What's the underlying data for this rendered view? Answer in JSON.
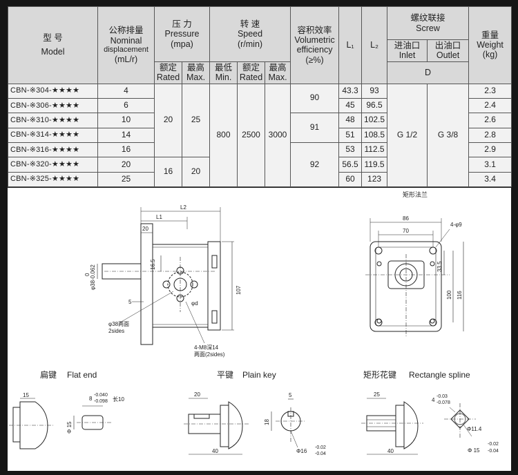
{
  "table": {
    "headers": {
      "model_cn": "型 号",
      "model_en": "Model",
      "disp_cn": "公称排量",
      "disp_en1": "Nominal",
      "disp_en2": "displacement",
      "disp_unit": "(mL/r)",
      "pressure_cn": "压 力",
      "pressure_en": "Pressure",
      "pressure_unit": "(mpa)",
      "rated_pressure_cn": "额定",
      "rated_pressure_en": "Rated",
      "max_pressure_cn": "最高",
      "max_pressure_en": "Max.",
      "speed_cn": "转 速",
      "speed_en": "Speed",
      "speed_unit": "(r/min)",
      "min_speed_cn": "最低",
      "min_speed_en": "Min.",
      "rated_speed_cn": "额定",
      "rated_speed_en": "Rated",
      "max_speed_cn": "最高",
      "max_speed_en": "Max.",
      "vol_cn": "容积效率",
      "vol_en1": "Volumetric",
      "vol_en2": "efficiency",
      "vol_unit": "(≥%)",
      "l1": "L₁",
      "l2": "L₂",
      "screw_cn": "螺纹联接",
      "screw_en": "Screw",
      "inlet_cn": "进油口",
      "inlet_en": "Inlet",
      "outlet_cn": "出油口",
      "outlet_en": "Outlet",
      "d": "D",
      "weight_cn": "重量",
      "weight_en": "Weight",
      "weight_unit": "(kg)"
    },
    "rows": [
      {
        "model": "CBN-※304-★★★★",
        "disp": "4",
        "l1": "43.3",
        "l2": "93",
        "weight": "2.3"
      },
      {
        "model": "CBN-※306-★★★★",
        "disp": "6",
        "l1": "45",
        "l2": "96.5",
        "weight": "2.4"
      },
      {
        "model": "CBN-※310-★★★★",
        "disp": "10",
        "l1": "48",
        "l2": "102.5",
        "weight": "2.6"
      },
      {
        "model": "CBN-※314-★★★★",
        "disp": "14",
        "l1": "51",
        "l2": "108.5",
        "weight": "2.8"
      },
      {
        "model": "CBN-※316-★★★★",
        "disp": "16",
        "l1": "53",
        "l2": "112.5",
        "weight": "2.9"
      },
      {
        "model": "CBN-※320-★★★★",
        "disp": "20",
        "l1": "56.5",
        "l2": "119.5",
        "weight": "3.1"
      },
      {
        "model": "CBN-※325-★★★★",
        "disp": "25",
        "l1": "60",
        "l2": "123",
        "weight": "3.4"
      }
    ],
    "pressure_groups": [
      {
        "rated": "20",
        "max": "25"
      },
      {
        "rated": "16",
        "max": "20"
      }
    ],
    "speed": {
      "min": "800",
      "rated": "2500",
      "max": "3000"
    },
    "efficiency": [
      "90",
      "91",
      "92"
    ],
    "inlet": "G 1/2",
    "outlet": "G 3/8"
  },
  "drawings": {
    "flange_title": "矩形法兰",
    "side": {
      "L2": "L2",
      "L1": "L1",
      "d20": "20",
      "d16_5": "16.5",
      "shaft_tol_1": "0",
      "shaft_tol_2": "φ38-0.062",
      "d5": "5",
      "phi_d": "φd",
      "d107": "107",
      "phi38_cn": "φ38两面",
      "phi38_en": "2sides",
      "m8_cn": "4-M8深14",
      "m8_en": "两面(2sides)"
    },
    "front": {
      "d86": "86",
      "d70": "70",
      "hole": "4-φ9",
      "d33_5": "33.5",
      "d100": "100",
      "d116": "116"
    },
    "flat": {
      "title_cn": "扁键",
      "title_en": "Flat end",
      "d15": "15",
      "tol_a": "8",
      "tol_b": "-0.040",
      "tol_c": "-0.098",
      "len": "长10",
      "phi15": "Φ 15"
    },
    "plain": {
      "title_cn": "平键",
      "title_en": "Plain key",
      "d20": "20",
      "d40": "40",
      "d5": "5",
      "d18": "18",
      "phi16": "Φ16",
      "tol_a": "-0.02",
      "tol_b": "-0.04"
    },
    "spline": {
      "title_cn": "矩形花键",
      "title_en": "Rectangle spline",
      "d25": "25",
      "d40": "40",
      "tol_a": "4",
      "tol_b": "-0.03",
      "tol_c": "-0.078",
      "phi11": "Φ11.4",
      "phi15": "Φ 15",
      "tol_d": "-0.02",
      "tol_e": "-0.04"
    }
  }
}
